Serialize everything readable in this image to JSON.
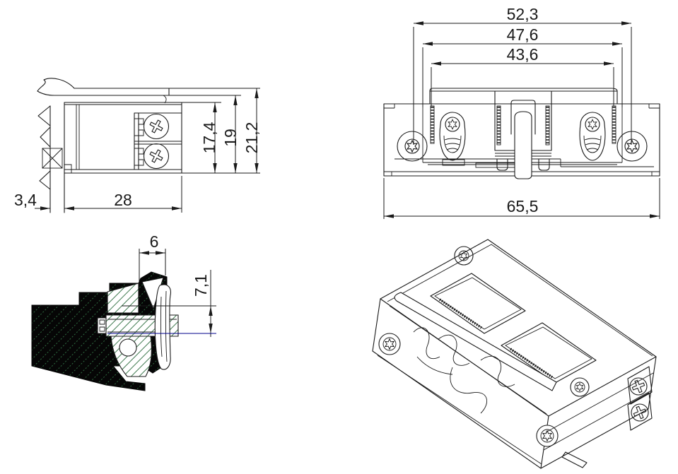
{
  "drawing": {
    "kind": "technical-drawing",
    "subject": "electric door strike, four views: side section, front view, frame cross-section, isometric view"
  },
  "dims": {
    "d52_3": "52,3",
    "d47_6": "47,6",
    "d43_6": "43,6",
    "d65_5": "65,5",
    "d21_2": "21,2",
    "d19": "19",
    "d17_4": "17,4",
    "d28": "28",
    "d3_4": "3,4",
    "d6": "6",
    "d7_1": "7,1"
  },
  "colors": {
    "line": "#1a1a1a",
    "hatch_green": "#3f7a4f",
    "hatch_green_dark": "#2f6b40",
    "section_black": "#060606",
    "extension_blue": "#00008b",
    "background": "#ffffff"
  }
}
